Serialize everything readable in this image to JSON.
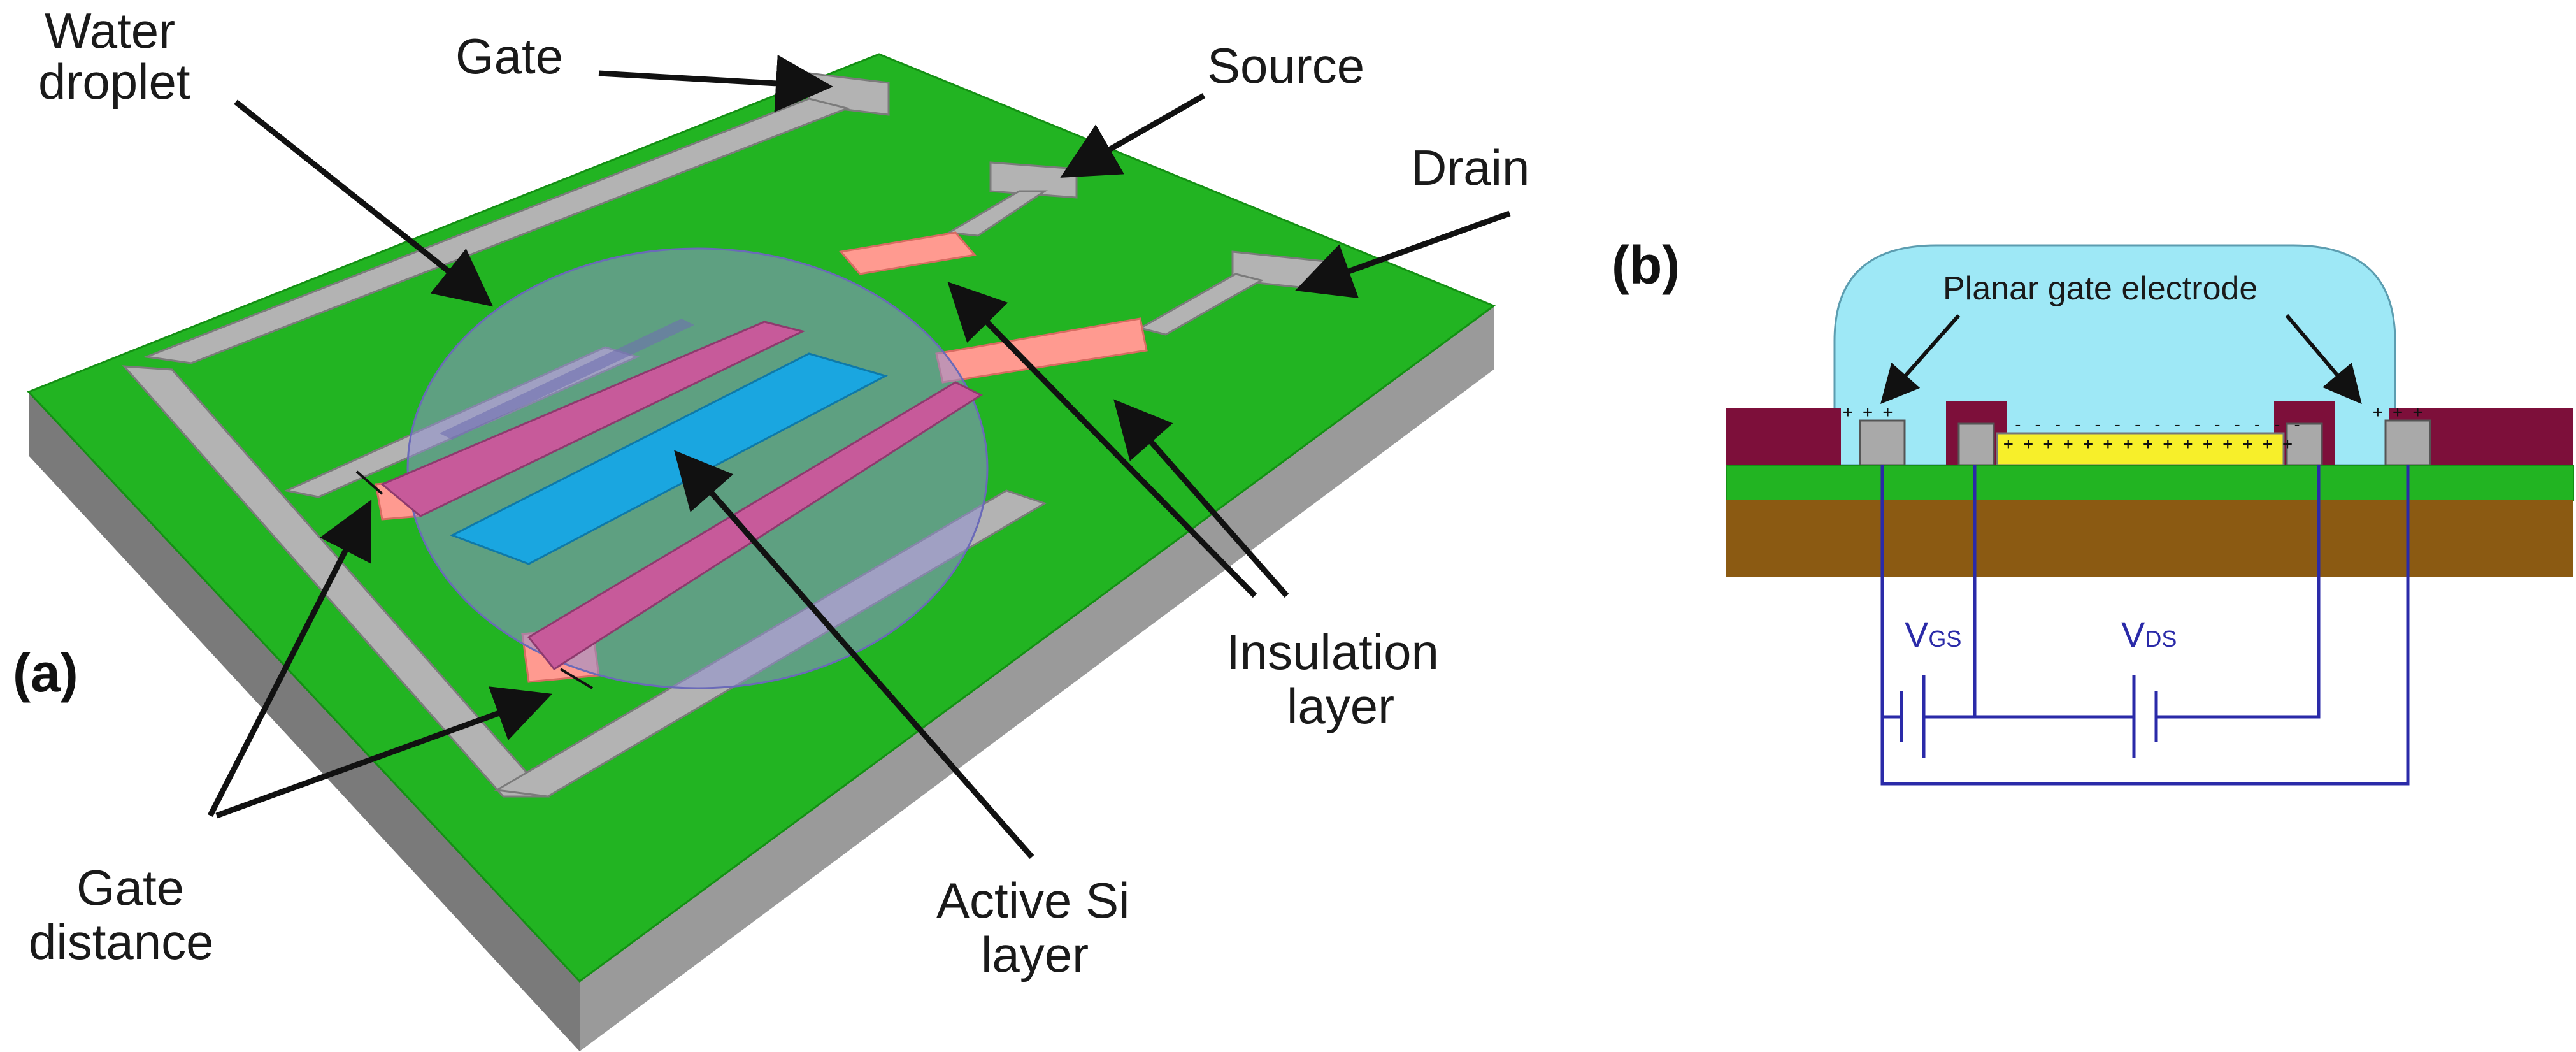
{
  "panel_a": {
    "panel_label": "(a)",
    "labels": {
      "water_droplet_1": "Water",
      "water_droplet_2": "droplet",
      "gate": "Gate",
      "source": "Source",
      "drain": "Drain",
      "insulation_1": "Insulation",
      "insulation_2": "layer",
      "active_si_1": "Active Si",
      "active_si_2": "layer",
      "gate_distance_1": "Gate",
      "gate_distance_2": "distance"
    }
  },
  "panel_b": {
    "panel_label": "(b)",
    "electrode_label": "Planar gate electrode",
    "vgs": {
      "main": "V",
      "sub": "GS"
    },
    "vds": {
      "main": "V",
      "sub": "DS"
    },
    "gate_charges": "+ + +",
    "channel_charges": "+ + + + + + + + + + + + + + +",
    "channel_neg": "- - - - - - - - - - - - - - -"
  },
  "colors": {
    "substrate_green": "#22b422",
    "substrate_side": "#8a8a8a",
    "electrode_gray": "#b3b3b3",
    "insulation_pink": "#ff9a90",
    "pink_bar": "#c75a9a",
    "active_blue": "#1aa6e0",
    "droplet": "#8f8fd0",
    "liquid_cyan": "#9ee8f6",
    "maroon": "#7d0f3a",
    "soil_brown": "#8b5a12",
    "yellow": "#f7ef2a",
    "circuit_blue": "#2a2aa8"
  }
}
